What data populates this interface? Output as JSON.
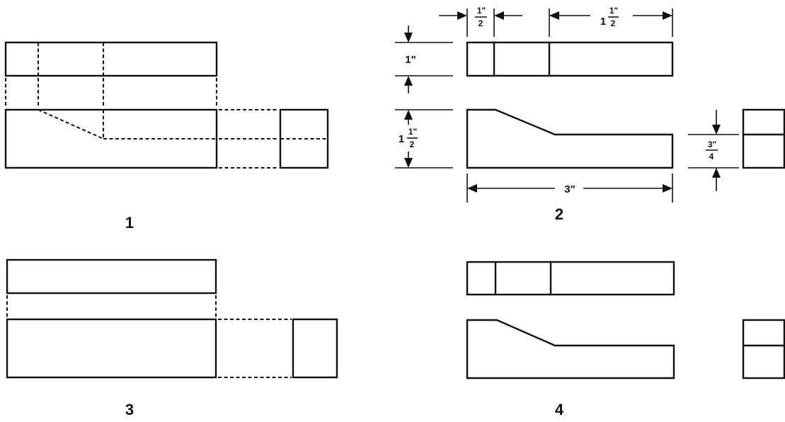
{
  "figures": [
    {
      "label": "1"
    },
    {
      "label": "2"
    },
    {
      "label": "3"
    },
    {
      "label": "4"
    }
  ],
  "dimensions": {
    "top_width_left": {
      "whole": "",
      "num": "1\"",
      "den": "2"
    },
    "top_width_right": {
      "whole": "1",
      "num": "1\"",
      "den": "2"
    },
    "height_top_view": {
      "text": "1\""
    },
    "height_front_view": {
      "whole": "1",
      "num": "1\"",
      "den": "2"
    },
    "overall_length": {
      "text": "3\""
    },
    "side_step_height": {
      "whole": "",
      "num": "3\"",
      "den": "4"
    }
  }
}
